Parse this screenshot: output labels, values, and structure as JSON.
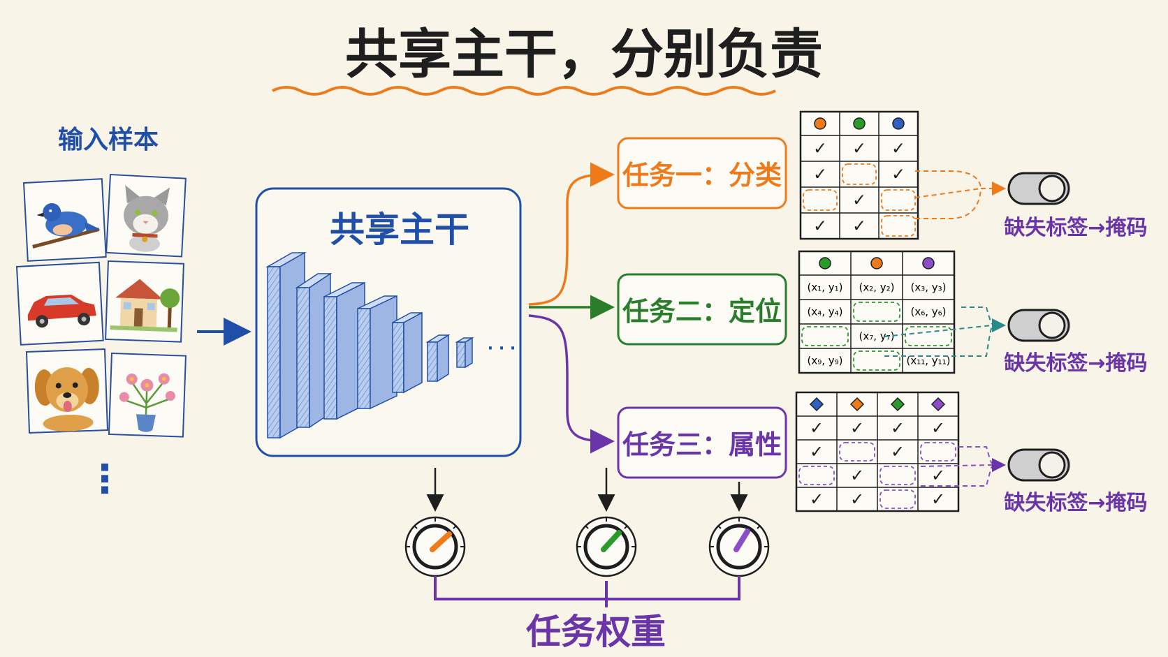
{
  "title": "共享主干，分别负责",
  "input_label": "输入样本",
  "backbone_label": "共享主干",
  "backbone_ellipsis": "· · ·",
  "sample_ellipsis": "⋮",
  "samples": [
    {
      "name": "bird"
    },
    {
      "name": "cat"
    },
    {
      "name": "car"
    },
    {
      "name": "house"
    },
    {
      "name": "dog"
    },
    {
      "name": "flowers"
    }
  ],
  "tasks": [
    {
      "label": "任务一：分类",
      "color": "#ef7a1a"
    },
    {
      "label": "任务二：定位",
      "color": "#2a7d2a"
    },
    {
      "label": "任务三：属性",
      "color": "#6a35a8"
    }
  ],
  "table1": {
    "header_colors": [
      "#ef7a1a",
      "#2a9a2a",
      "#2f5fc0"
    ],
    "rows": [
      [
        "✓",
        "✓",
        "✓"
      ],
      [
        "✓",
        "",
        "✓"
      ],
      [
        "",
        "✓",
        ""
      ],
      [
        "✓",
        "✓",
        ""
      ]
    ]
  },
  "table2": {
    "header_colors": [
      "#2a9a2a",
      "#ef7a1a",
      "#8a4fc8"
    ],
    "rows": [
      [
        "(x₁, y₁)",
        "(x₂, y₂)",
        "(x₃, y₃)"
      ],
      [
        "(x₄, y₄)",
        "",
        "(x₆, y₆)"
      ],
      [
        "",
        "(x₇, y₇)",
        ""
      ],
      [
        "(x₉, y₉)",
        "",
        "(x₁₁, y₁₁)"
      ]
    ]
  },
  "table3": {
    "header_colors": [
      "#2f5fc0",
      "#ef7a1a",
      "#2a9a2a",
      "#8a4fc8"
    ],
    "rows": [
      [
        "✓",
        "✓",
        "✓",
        "✓"
      ],
      [
        "✓",
        "",
        "✓",
        ""
      ],
      [
        "",
        "✓",
        "",
        "✓"
      ],
      [
        "✓",
        "✓",
        "",
        "✓"
      ]
    ]
  },
  "mask_label": "缺失标签→掩码",
  "weights_label": "任务权重",
  "colors": {
    "blue": "#1f4fa8",
    "orange": "#ef7a1a",
    "green": "#2a7d2a",
    "purple": "#6a35a8",
    "ink": "#1e1e1e",
    "paper": "#f8f4e8"
  }
}
